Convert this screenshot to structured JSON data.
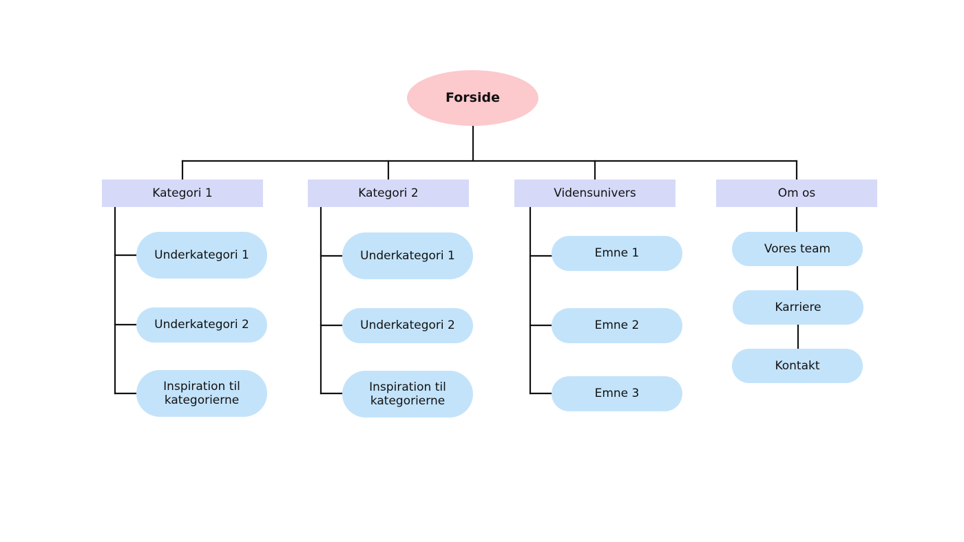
{
  "colors": {
    "root_fill": "#fcc9cd",
    "category_fill": "#d6daf8",
    "leaf_fill": "#c3e3fa",
    "line": "#111111"
  },
  "root": {
    "label": "Forside"
  },
  "categories": [
    {
      "label": "Kategori 1",
      "children": [
        "Underkategori 1",
        "Underkategori 2",
        "Inspiration til kategorierne"
      ]
    },
    {
      "label": "Kategori 2",
      "children": [
        "Underkategori 1",
        "Underkategori 2",
        "Inspiration til kategorierne"
      ]
    },
    {
      "label": "Vidensunivers",
      "children": [
        "Emne 1",
        "Emne 2",
        "Emne 3"
      ]
    },
    {
      "label": "Om os",
      "children": [
        "Vores team",
        "Karriere",
        "Kontakt"
      ]
    }
  ]
}
